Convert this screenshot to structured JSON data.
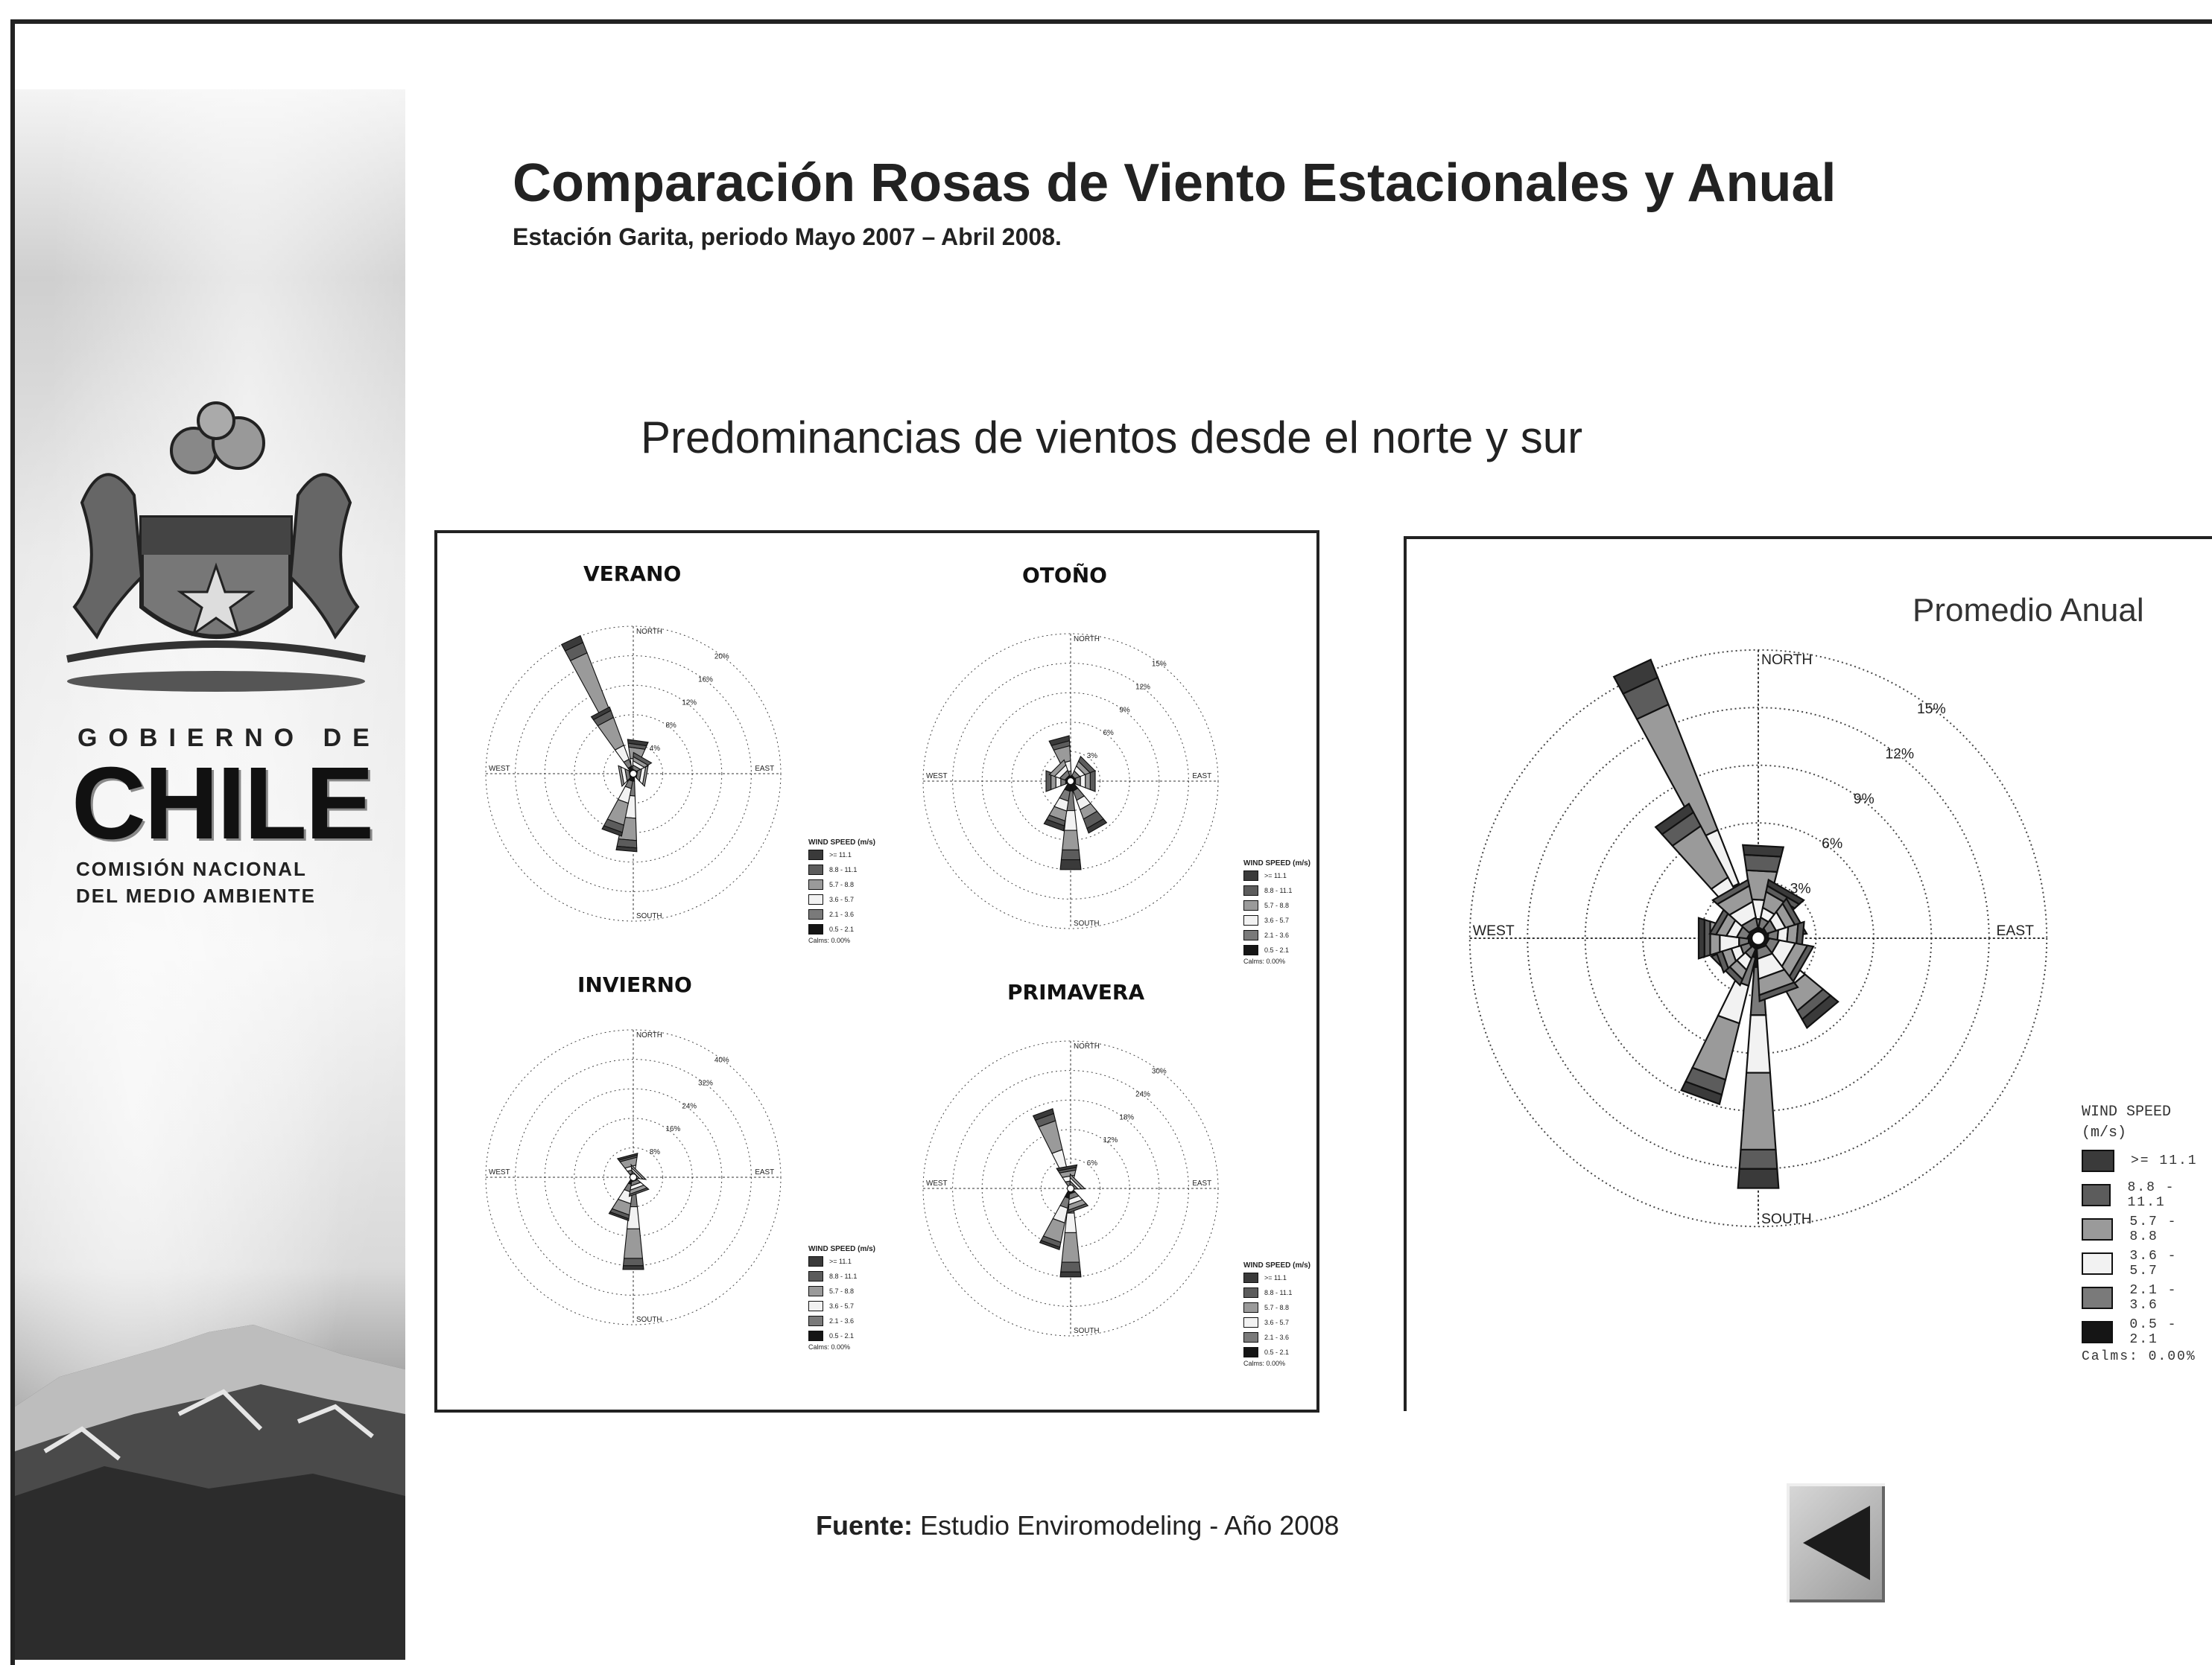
{
  "header": {
    "title": "Comparación Rosas de Viento Estacionales y Anual",
    "subtitle": "Estación Garita, periodo Mayo 2007 – Abril 2008."
  },
  "sidebar": {
    "gov_line1": "GOBIERNO DE",
    "gov_line2": "CHILE",
    "gov_line3": "COMISIÓN NACIONAL",
    "gov_line4": "DEL MEDIO AMBIENTE"
  },
  "main": {
    "headline": "Predominancias de vientos desde el norte y sur"
  },
  "footer": {
    "source_label": "Fuente:",
    "source_text": " Estudio Enviromodeling - Año 2008"
  },
  "colors": {
    "speed_classes": [
      "#3a3a3a",
      "#5c5c5c",
      "#9a9a9a",
      "#f2f2f2",
      "#7a7a7a",
      "#151515"
    ]
  },
  "chart_data": [
    {
      "type": "windrose",
      "title": "VERANO",
      "directions": [
        "NORTH",
        "EAST",
        "SOUTH",
        "WEST"
      ],
      "ring_labels": [
        "4%",
        "8%",
        "12%",
        "16%",
        "20%"
      ],
      "legend_title": "WIND SPEED (m/s)",
      "speed_classes": [
        ">= 11.1",
        "8.8 - 11.1",
        "5.7 - 8.8",
        "3.6 - 5.7",
        "2.1 - 3.6",
        "0.5 - 2.1"
      ],
      "calms": "Calms: 0.00%",
      "petals": [
        {
          "angle": -25,
          "segments": [
            1.5,
            1.5,
            3.5,
            11,
            1.5,
            1
          ]
        },
        {
          "angle": -28,
          "segments": [
            1,
            1,
            2,
            4,
            1,
            0.5
          ]
        },
        {
          "angle": 8,
          "segments": [
            0.5,
            0.5,
            1,
            1.5,
            0.5,
            0.5
          ]
        },
        {
          "angle": 185,
          "segments": [
            1,
            2,
            3,
            3,
            1,
            0.5
          ]
        },
        {
          "angle": 200,
          "segments": [
            1,
            1,
            2,
            3,
            1,
            0.5
          ]
        },
        {
          "angle": 30,
          "segments": [
            0.5,
            0.5,
            0.5,
            0.5,
            0.5,
            0
          ]
        },
        {
          "angle": 100,
          "segments": [
            0.5,
            0.5,
            0.5,
            0.3,
            0,
            0
          ]
        },
        {
          "angle": 260,
          "segments": [
            0.5,
            0.5,
            0.5,
            0.3,
            0,
            0
          ]
        }
      ]
    },
    {
      "type": "windrose",
      "title": "OTOÑO",
      "directions": [
        "NORTH",
        "EAST",
        "SOUTH",
        "WEST"
      ],
      "ring_labels": [
        "3%",
        "6%",
        "9%",
        "12%",
        "15%"
      ],
      "legend_title": "WIND SPEED (m/s)",
      "speed_classes": [
        ">= 11.1",
        "8.8 - 11.1",
        "5.7 - 8.8",
        "3.6 - 5.7",
        "2.1 - 3.6",
        "0.5 - 2.1"
      ],
      "calms": "Calms: 0.00%",
      "petals": [
        {
          "angle": 180,
          "segments": [
            1,
            2,
            2,
            2,
            1,
            1
          ]
        },
        {
          "angle": 150,
          "segments": [
            1,
            1,
            1,
            1,
            1,
            0.5
          ]
        },
        {
          "angle": -15,
          "segments": [
            0.5,
            0.5,
            1,
            1.5,
            0.5,
            0.5
          ]
        },
        {
          "angle": 200,
          "segments": [
            1,
            1,
            1,
            1,
            0.5,
            0.5
          ]
        },
        {
          "angle": 45,
          "segments": [
            0.5,
            0.5,
            0.5,
            0.5,
            0.5,
            0
          ]
        },
        {
          "angle": 90,
          "segments": [
            0.5,
            0.5,
            0.5,
            0.5,
            0.5,
            0
          ]
        },
        {
          "angle": 270,
          "segments": [
            0.5,
            0.5,
            0.5,
            0.5,
            0.5,
            0
          ]
        },
        {
          "angle": 315,
          "segments": [
            0.5,
            0.5,
            0.5,
            0.5,
            0,
            0
          ]
        }
      ]
    },
    {
      "type": "windrose",
      "title": "INVIERNO",
      "directions": [
        "NORTH",
        "EAST",
        "SOUTH",
        "WEST"
      ],
      "ring_labels": [
        "8%",
        "16%",
        "24%",
        "32%",
        "40%"
      ],
      "legend_title": "WIND SPEED (m/s)",
      "speed_classes": [
        ">= 11.1",
        "8.8 - 11.1",
        "5.7 - 8.8",
        "3.6 - 5.7",
        "2.1 - 3.6",
        "0.5 - 2.1"
      ],
      "calms": "Calms: 0.00%",
      "petals": [
        {
          "angle": 180,
          "segments": [
            4,
            4,
            6,
            8,
            2,
            1
          ]
        },
        {
          "angle": 200,
          "segments": [
            2,
            2,
            3,
            3,
            1,
            0.5
          ]
        },
        {
          "angle": -15,
          "segments": [
            1,
            1,
            1,
            2,
            0.5,
            0.5
          ]
        },
        {
          "angle": 160,
          "segments": [
            1,
            1,
            1,
            1,
            0.5,
            0
          ]
        },
        {
          "angle": 45,
          "segments": [
            0.5,
            0.5,
            0.5,
            0.5,
            0,
            0
          ]
        }
      ]
    },
    {
      "type": "windrose",
      "title": "PRIMAVERA",
      "directions": [
        "NORTH",
        "EAST",
        "SOUTH",
        "WEST"
      ],
      "ring_labels": [
        "6%",
        "12%",
        "18%",
        "24%",
        "30%"
      ],
      "legend_title": "WIND SPEED (m/s)",
      "speed_classes": [
        ">= 11.1",
        "8.8 - 11.1",
        "5.7 - 8.8",
        "3.6 - 5.7",
        "2.1 - 3.6",
        "0.5 - 2.1"
      ],
      "calms": "Calms: 0.00%",
      "petals": [
        {
          "angle": -20,
          "segments": [
            2,
            2,
            4,
            6,
            1.5,
            1
          ]
        },
        {
          "angle": 180,
          "segments": [
            2,
            3,
            4,
            6,
            2,
            1
          ]
        },
        {
          "angle": 200,
          "segments": [
            2,
            2,
            3,
            4,
            1,
            0.5
          ]
        },
        {
          "angle": -10,
          "segments": [
            0.5,
            1,
            1,
            1,
            0.5,
            0.5
          ]
        },
        {
          "angle": 160,
          "segments": [
            1,
            1,
            1,
            1,
            0.5,
            0
          ]
        },
        {
          "angle": 45,
          "segments": [
            0.5,
            0.5,
            0.5,
            0.5,
            0,
            0
          ]
        }
      ]
    },
    {
      "type": "windrose",
      "title": "Promedio Anual",
      "directions": [
        "NORTH",
        "EAST",
        "SOUTH",
        "WEST"
      ],
      "ring_labels": [
        "3%",
        "6%",
        "9%",
        "12%",
        "15%"
      ],
      "legend_title": "WIND SPEED (m/s)",
      "speed_classes": [
        ">= 11.1",
        "8.8 - 11.1",
        "5.7 - 8.8",
        "3.6 - 5.7",
        "2.1 - 3.6",
        "0.5 - 2.1"
      ],
      "calms": "Calms: 0.00%",
      "petals": [
        {
          "angle": -25,
          "segments": [
            1.5,
            1.5,
            3,
            7,
            1.5,
            1
          ]
        },
        {
          "angle": -35,
          "segments": [
            1,
            1,
            1.5,
            3,
            0.8,
            0.5
          ]
        },
        {
          "angle": 3,
          "segments": [
            0.5,
            0.5,
            1,
            1.5,
            0.8,
            0.5
          ]
        },
        {
          "angle": 180,
          "segments": [
            1.5,
            2.5,
            3,
            4,
            1,
            1
          ]
        },
        {
          "angle": 200,
          "segments": [
            1,
            1.5,
            2,
            3,
            0.8,
            0.5
          ]
        },
        {
          "angle": 140,
          "segments": [
            1,
            1,
            1,
            1.2,
            0.5,
            0.5
          ]
        },
        {
          "angle": 30,
          "segments": [
            0.5,
            0.5,
            0.5,
            0.8,
            0.3,
            0.3
          ]
        },
        {
          "angle": 60,
          "segments": [
            0.5,
            0.5,
            0.5,
            0.5,
            0.3,
            0
          ]
        },
        {
          "angle": 95,
          "segments": [
            0.5,
            0.5,
            0.5,
            0.5,
            0.3,
            0
          ]
        },
        {
          "angle": 120,
          "segments": [
            0.5,
            0.5,
            0.8,
            0.6,
            0.3,
            0
          ]
        },
        {
          "angle": 160,
          "segments": [
            0.5,
            0.5,
            1,
            0.8,
            0.3,
            0
          ]
        },
        {
          "angle": 225,
          "segments": [
            0.5,
            0.5,
            0.6,
            0.5,
            0.3,
            0
          ]
        },
        {
          "angle": 250,
          "segments": [
            0.5,
            0.5,
            0.5,
            0.5,
            0.3,
            0
          ]
        },
        {
          "angle": 270,
          "segments": [
            0.5,
            0.5,
            1,
            0.5,
            0.3,
            0.3
          ]
        },
        {
          "angle": 300,
          "segments": [
            0.5,
            0.5,
            0.5,
            0.5,
            0.3,
            0
          ]
        },
        {
          "angle": 330,
          "segments": [
            0.5,
            0.5,
            0.8,
            0.8,
            0.3,
            0
          ]
        }
      ]
    }
  ]
}
